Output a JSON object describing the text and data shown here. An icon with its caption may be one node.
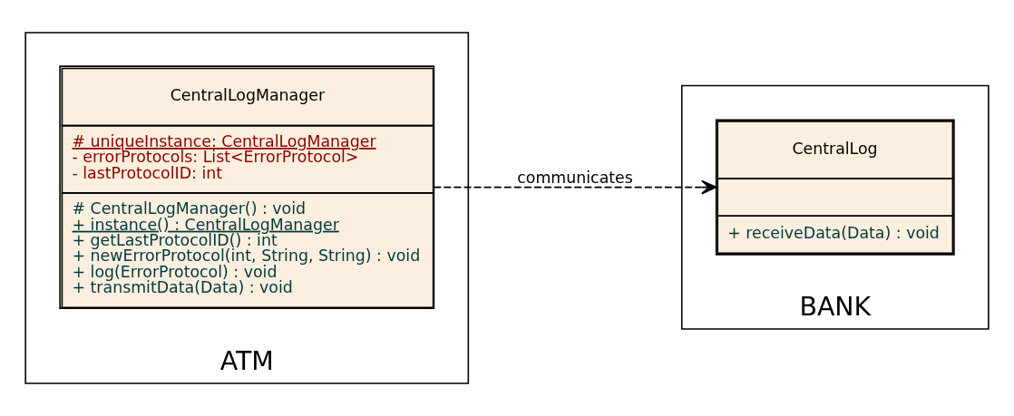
{
  "diagram": {
    "nodes": [
      {
        "text": [
          "ATM"
        ]
      },
      {
        "text": [
          "CentralLogManager",
          "# uniqueInstance: CentralLogManager",
          "- errorProtocols: List<ErrorProtocol>",
          "- lastProtocolID: int",
          "# CentralLogManager() : void",
          "+ instance() : CentralLogManager",
          "+ getLastProtocolID() : int",
          "+ newErrorProtocol(int, String, String) : void",
          "+ log(ErrorProtocol) : void",
          "+ transmitData(Data) : void"
        ],
        "in": 0
      },
      {
        "text": [
          "BANK"
        ]
      },
      {
        "text": [
          "CentralLog",
          "+ receiveData(Data) : void"
        ],
        "in": 2
      }
    ],
    "edges": [
      {
        "from": 1,
        "to": 3,
        "arrow": "to",
        "style": "dashed",
        "label": "communicates"
      }
    ]
  }
}
